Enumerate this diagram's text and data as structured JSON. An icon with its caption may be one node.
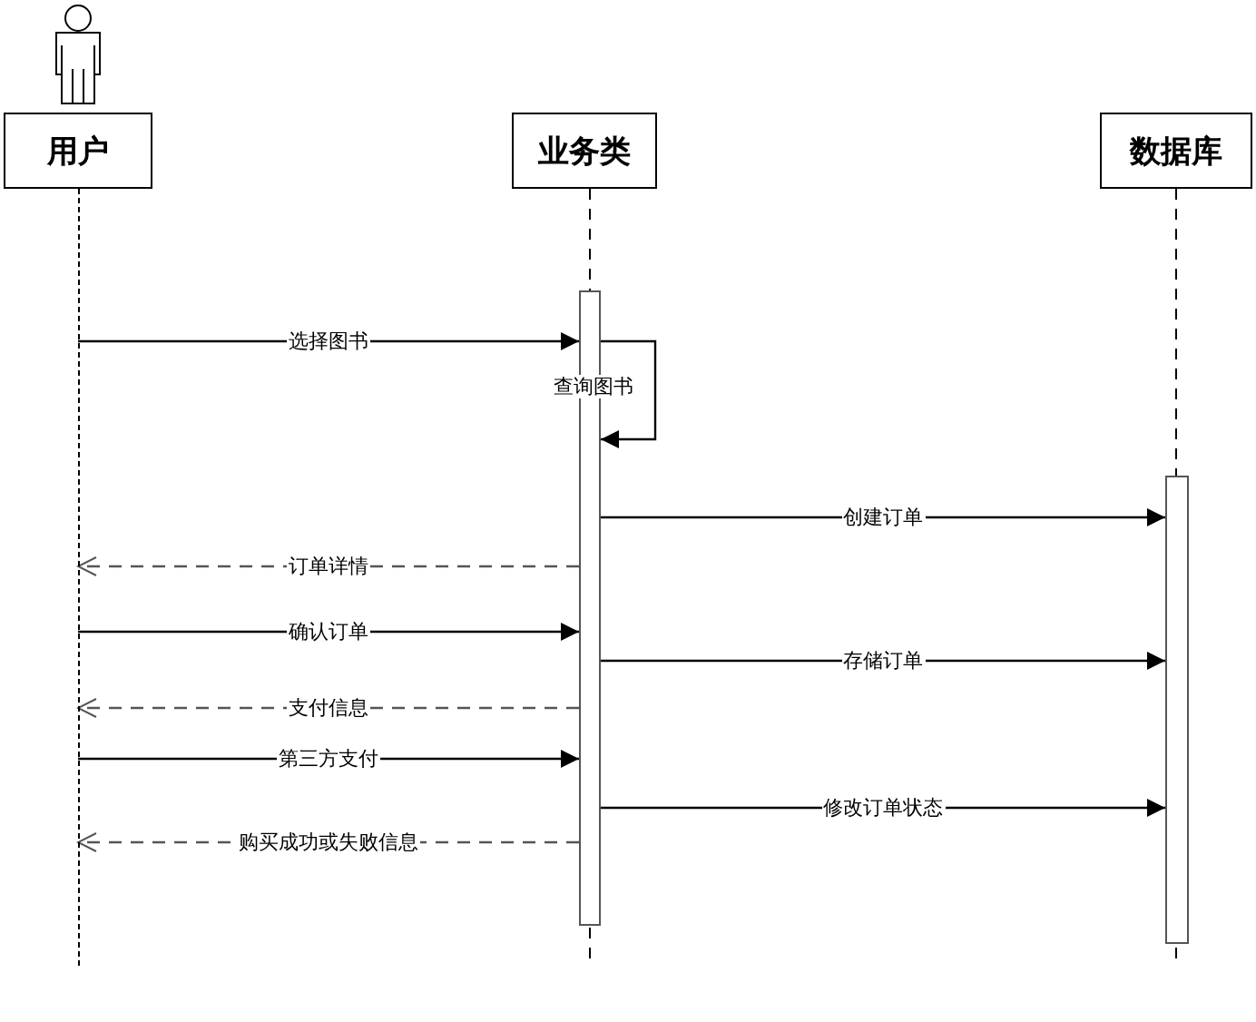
{
  "diagram": {
    "nodes": [
      {
        "text": [
          "用户"
        ]
      },
      {
        "text": [
          "业务类"
        ]
      },
      {
        "text": [
          "数据库"
        ]
      },
      {
        "text": [],
        "shape": "bar"
      },
      {
        "text": [],
        "shape": "bar"
      },
      {
        "text": [],
        "shape": "line"
      }
    ],
    "edges": [
      {
        "from": 5,
        "to": 3,
        "arrow": "to",
        "label": "选择图书"
      },
      {
        "from": 3,
        "to": 3,
        "arrow": "to",
        "label": "查询图书"
      },
      {
        "from": 3,
        "to": 4,
        "arrow": "to",
        "label": "创建订单"
      },
      {
        "from": 3,
        "to": 5,
        "arrow": "to",
        "label": "订单详情",
        "style": "dashed"
      },
      {
        "from": 5,
        "to": 3,
        "arrow": "to",
        "label": "确认订单"
      },
      {
        "from": 3,
        "to": 4,
        "arrow": "to",
        "label": "存储订单"
      },
      {
        "from": 3,
        "to": 5,
        "arrow": "to",
        "label": "支付信息",
        "style": "dashed"
      },
      {
        "from": 5,
        "to": 3,
        "arrow": "to",
        "label": "第三方支付"
      },
      {
        "from": 3,
        "to": 4,
        "arrow": "to",
        "label": "修改订单状态"
      },
      {
        "from": 3,
        "to": 5,
        "arrow": "to",
        "label": "购买成功或失败信息",
        "style": "dashed"
      }
    ]
  }
}
